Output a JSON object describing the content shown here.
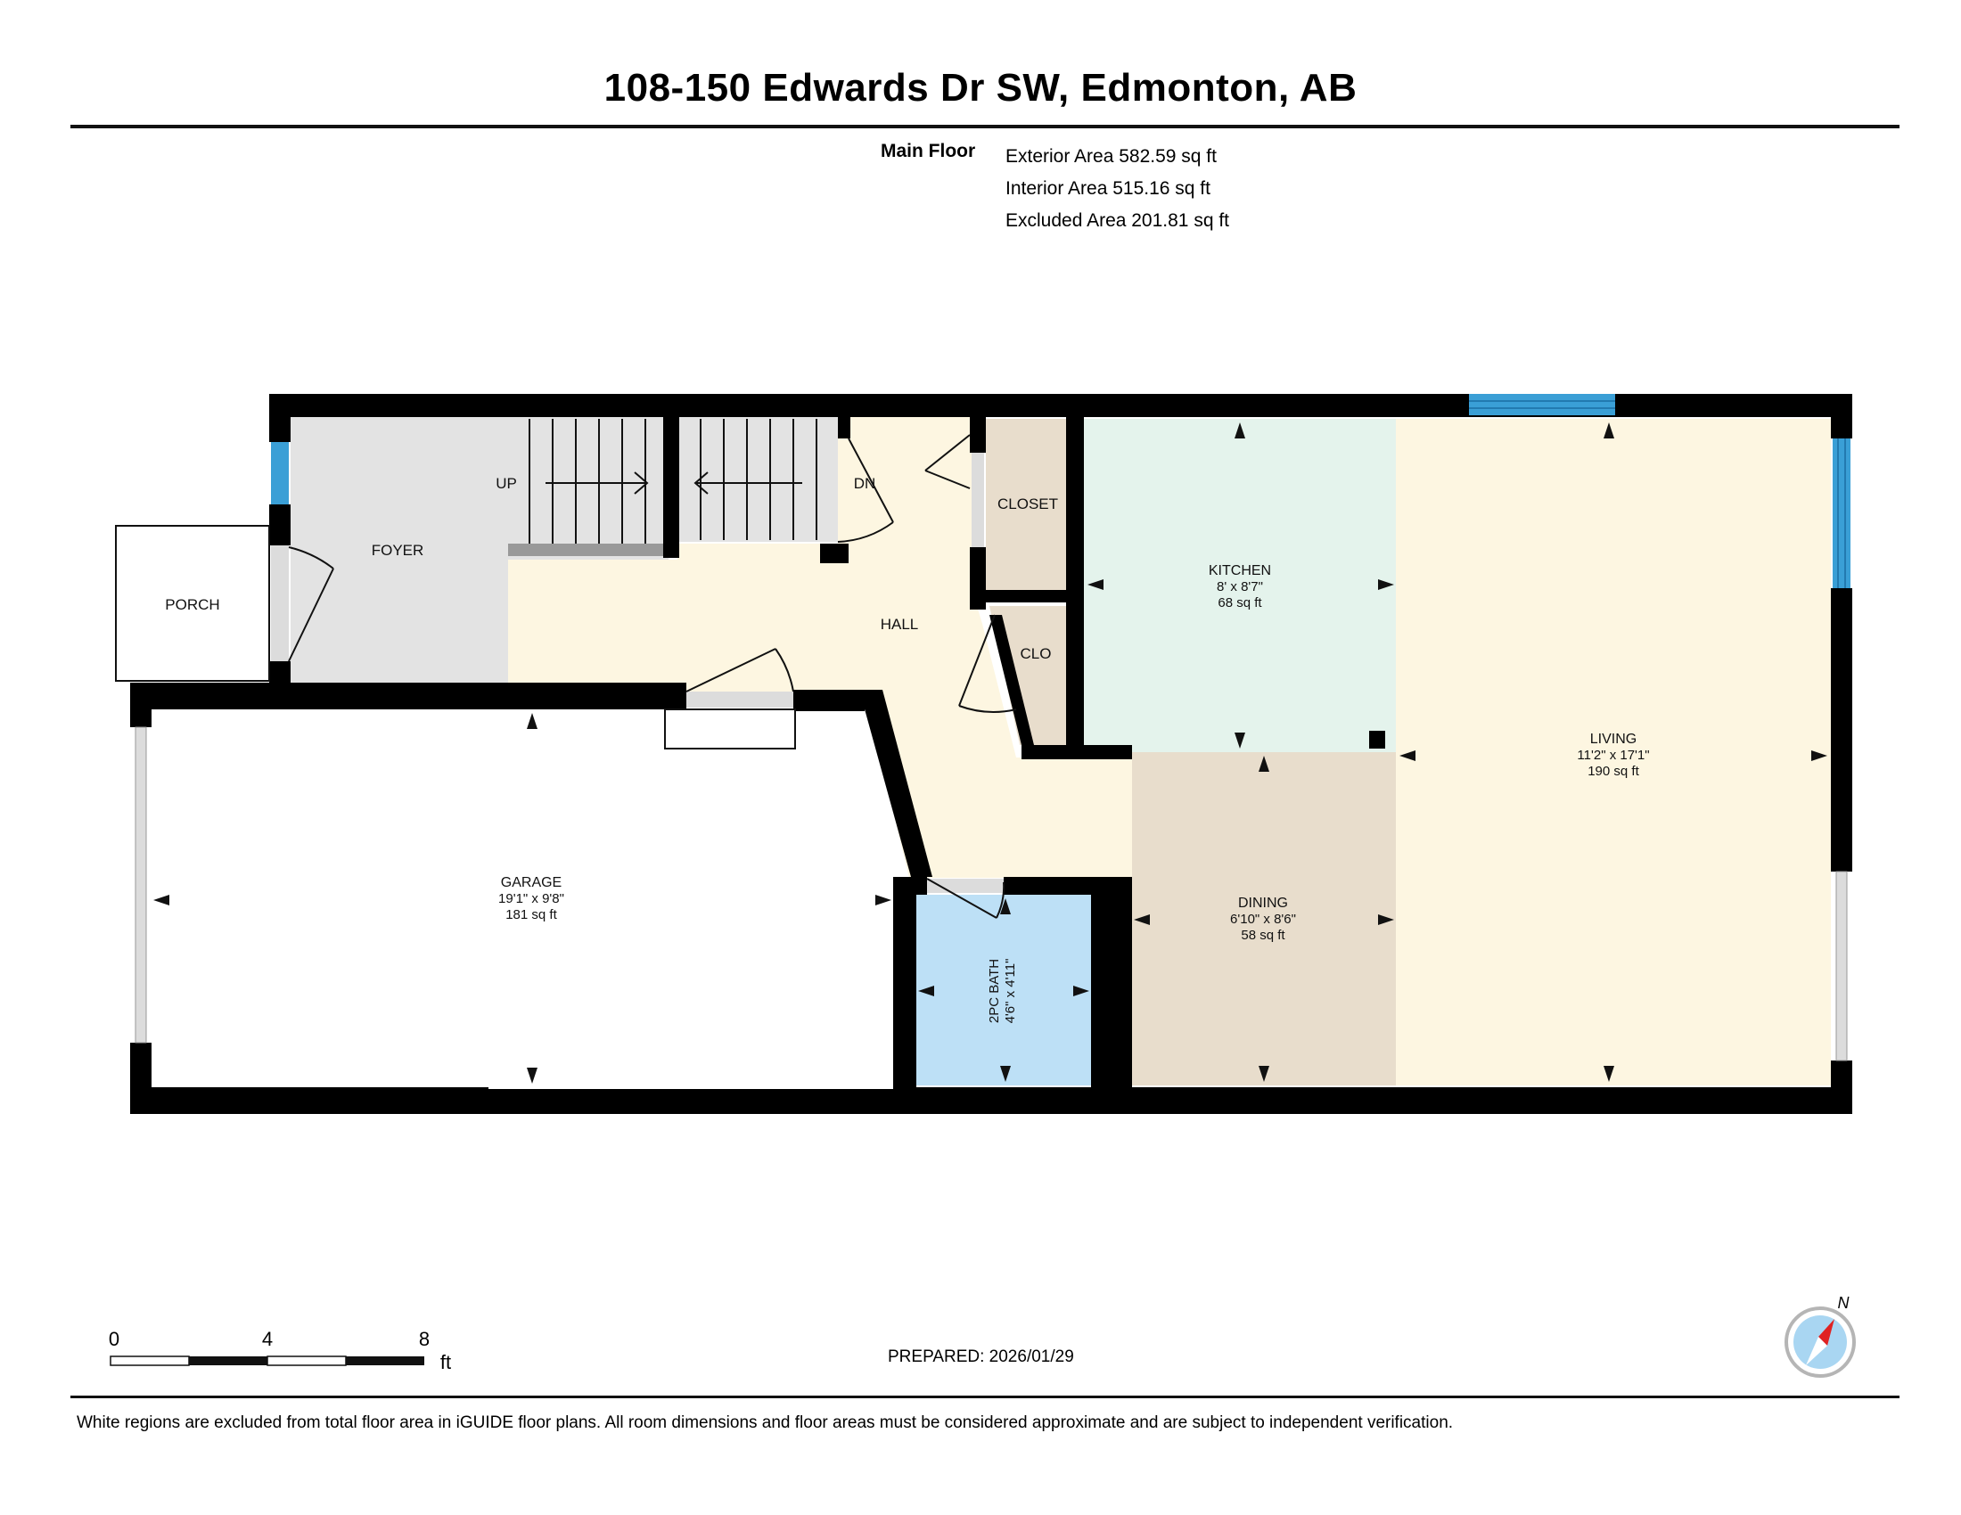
{
  "title": "108-150 Edwards Dr SW, Edmonton, AB",
  "floor": {
    "name": "Main Floor",
    "exterior_area": "Exterior Area 582.59 sq ft",
    "interior_area": "Interior Area 515.16 sq ft",
    "excluded_area": "Excluded Area 201.81 sq ft"
  },
  "rooms": {
    "foyer": {
      "name": "FOYER"
    },
    "porch": {
      "name": "PORCH"
    },
    "hall": {
      "name": "HALL"
    },
    "closet": {
      "name": "CLOSET"
    },
    "clo": {
      "name": "CLO"
    },
    "up": {
      "name": "UP"
    },
    "dn": {
      "name": "DN"
    },
    "kitchen": {
      "name": "KITCHEN",
      "dims": "8' x 8'7\"",
      "area": "68 sq ft"
    },
    "living": {
      "name": "LIVING",
      "dims": "11'2\" x 17'1\"",
      "area": "190 sq ft"
    },
    "garage": {
      "name": "GARAGE",
      "dims": "19'1\" x 9'8\"",
      "area": "181 sq ft"
    },
    "dining": {
      "name": "DINING",
      "dims": "6'10\" x 8'6\"",
      "area": "58 sq ft"
    },
    "bath": {
      "name": "2PC BATH",
      "dims": "4'6\" x 4'11\""
    }
  },
  "room_colors": {
    "foyer": "#e3e3e3",
    "hall": "#fdf6e1",
    "closet": "#e8ddcc",
    "kitchen": "#e4f3ec",
    "living": "#fdf6e1",
    "dining": "#e8ddcc",
    "bath": "#bde0f6",
    "window": "#3a9fd6",
    "wall": "#000000"
  },
  "scale": {
    "labels": [
      "0",
      "4",
      "8"
    ],
    "unit": "ft"
  },
  "compass": {
    "label": "N"
  },
  "prepared": "PREPARED: 2026/01/29",
  "footer": "White regions are excluded from total floor area in iGUIDE floor plans. All room dimensions and floor areas must be considered approximate and are subject to independent verification."
}
